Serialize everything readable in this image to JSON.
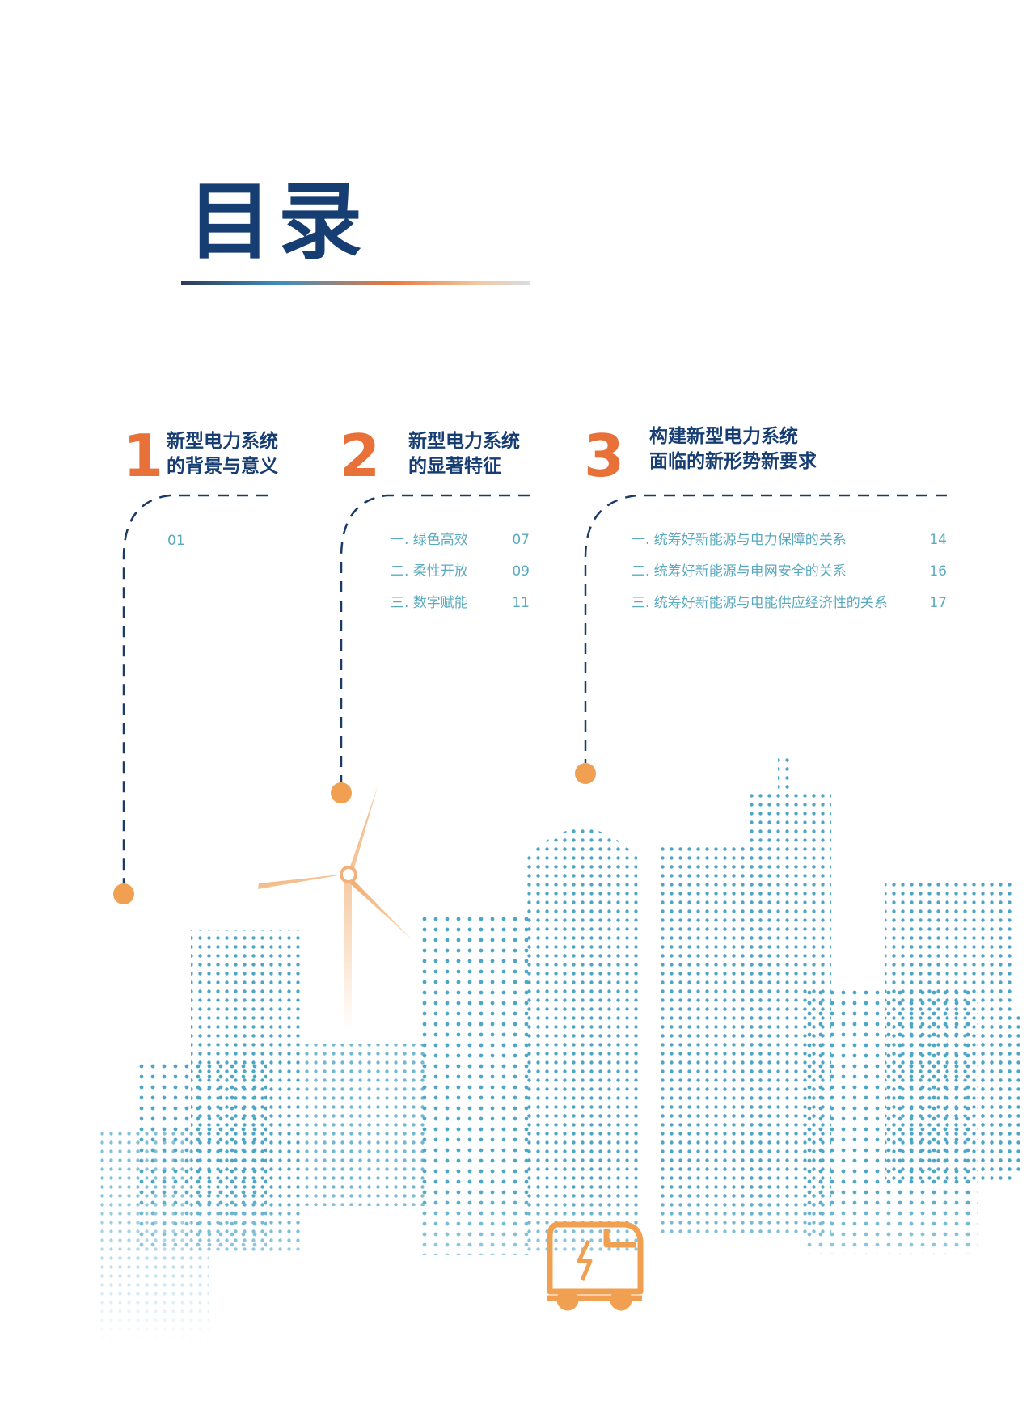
{
  "title": "目录",
  "sections": [
    {
      "number": "1",
      "heading_line1": "新型电力系统",
      "heading_line2": "的背景与意义",
      "page": "01",
      "items": []
    },
    {
      "number": "2",
      "heading_line1": "新型电力系统",
      "heading_line2": "的显著特征",
      "items": [
        {
          "label": "一. 绿色高效",
          "page": "07"
        },
        {
          "label": "二. 柔性开放",
          "page": "09"
        },
        {
          "label": "三. 数字赋能",
          "page": "11"
        }
      ]
    },
    {
      "number": "3",
      "heading_line1": "构建新型电力系统",
      "heading_line2": "面临的新形势新要求",
      "items": [
        {
          "label": "一. 统筹好新能源与电力保障的关系",
          "page": "14"
        },
        {
          "label": "二. 统筹好新能源与电网安全的关系",
          "page": "16"
        },
        {
          "label": "三. 统筹好新能源与电能供应经济性的关系",
          "page": "17"
        }
      ]
    }
  ],
  "colors": {
    "navy": "#173e73",
    "orange": "#e8713a",
    "teal": "#5aaabf",
    "dots": "#3a9cc0"
  }
}
